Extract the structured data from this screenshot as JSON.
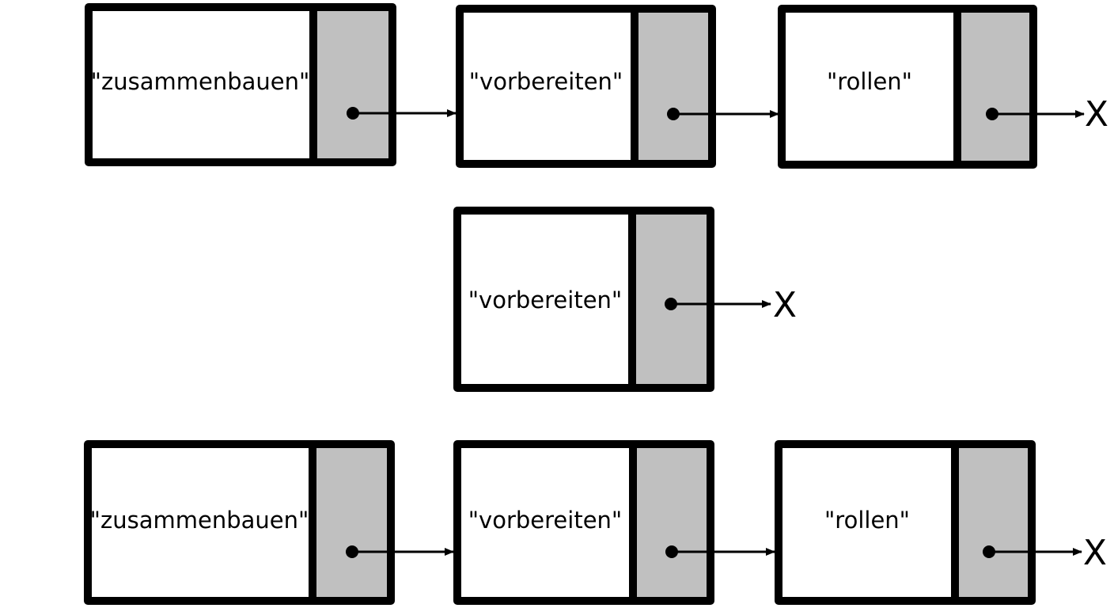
{
  "lists": [
    {
      "nodes": [
        {
          "value": "\"zusammenbauen\""
        },
        {
          "value": "\"vorbereiten\""
        },
        {
          "value": "\"rollen\""
        }
      ],
      "terminator": "X"
    },
    {
      "nodes": [
        {
          "value": "\"vorbereiten\""
        }
      ],
      "terminator": "X"
    },
    {
      "nodes": [
        {
          "value": "\"zusammenbauen\""
        },
        {
          "value": "\"vorbereiten\""
        },
        {
          "value": "\"rollen\""
        }
      ],
      "terminator": "X"
    }
  ],
  "colors": {
    "border": "#000000",
    "pointer_cell": "#c0c0c0",
    "background": "#ffffff"
  }
}
